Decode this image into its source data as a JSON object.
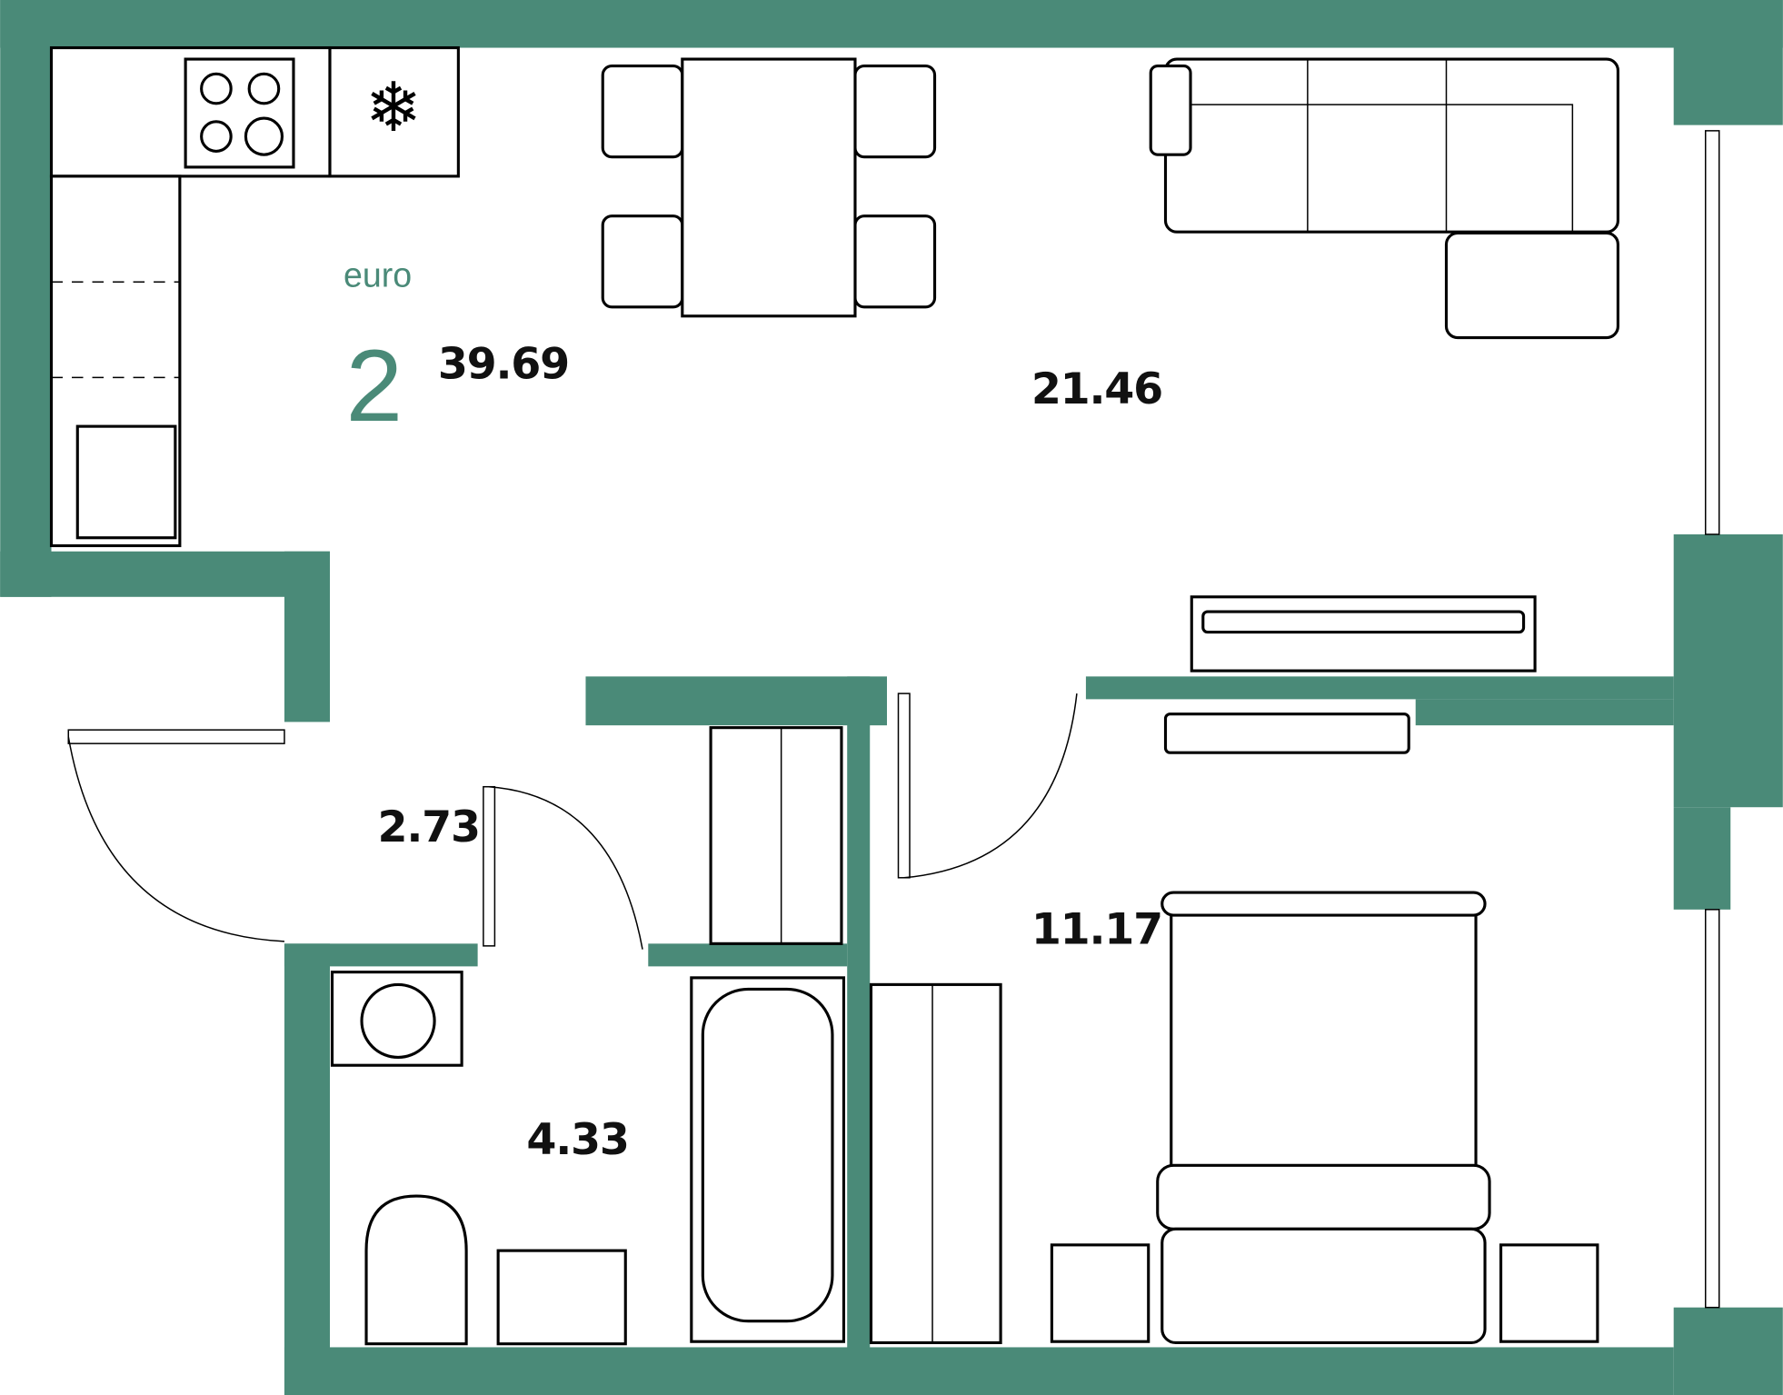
{
  "plan": {
    "type_label": "euro",
    "rooms_count": "2",
    "total_area": "39.69",
    "colors": {
      "wall": "#4a8a78",
      "accent_text": "#4a8a78"
    },
    "rooms": [
      {
        "name": "living-kitchen",
        "area": "21.46"
      },
      {
        "name": "hallway",
        "area": "2.73"
      },
      {
        "name": "bedroom",
        "area": "11.17"
      },
      {
        "name": "bathroom",
        "area": "4.33"
      }
    ]
  }
}
